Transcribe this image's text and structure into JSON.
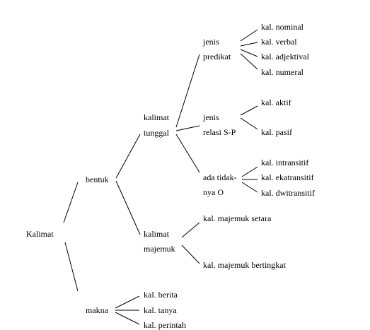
{
  "root": "Kalimat",
  "bentuk": {
    "label": "bentuk",
    "tunggal": {
      "label_line1": "kalimat",
      "label_line2": "tunggal",
      "jenis_predikat": {
        "label_line1": "jenis",
        "label_line2": "predikat",
        "leaves": [
          "kal. nominal",
          "kal. verbal",
          "kal. adjektival",
          "kal. numeral"
        ]
      },
      "jenis_relasi": {
        "label_line1": "jenis",
        "label_line2": "relasi S-P",
        "leaves": [
          "kal. aktif",
          "kal. pasif"
        ]
      },
      "ada_tidaknya_o": {
        "label_line1": "ada tidak-",
        "label_line2": "nya O",
        "leaves": [
          "kal. intransitif",
          "kal. ekatransitif",
          "kal. dwitransitif"
        ]
      }
    },
    "majemuk": {
      "label_line1": "kalimat",
      "label_line2": "majemuk",
      "leaves": [
        "kal. majemuk setara",
        "kal. majemuk bertingkat"
      ]
    }
  },
  "makna": {
    "label": "makna",
    "leaves": [
      "kal. berita",
      "kal. tanya",
      "kal. perintah"
    ]
  }
}
